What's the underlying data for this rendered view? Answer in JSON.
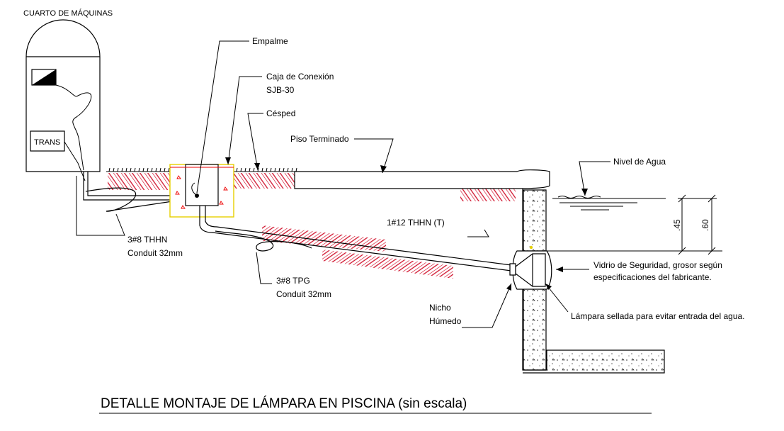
{
  "drawing": {
    "title": "DETALLE MONTAJE DE LÁMPARA EN PISCINA",
    "title_suffix": "(sin escala)",
    "labels": {
      "machine_room": "CUARTO DE MÁQUINAS",
      "trans": "TRANS",
      "splice": "Empalme",
      "junction_box": "Caja de Conexión",
      "junction_box_model": "SJB-30",
      "grass": "Césped",
      "finished_floor": "Piso Terminado",
      "water_level": "Nivel de Agua",
      "wire_thhn_1": "3#8 THHN",
      "conduit_1": "Conduit 32mm",
      "wire_ground": "1#12 THHN (T)",
      "wire_tpg": "3#8 TPG",
      "conduit_2": "Conduit 32mm",
      "safety_glass_1": "Vidrio de Seguridad, grosor según",
      "safety_glass_2": "especificaciones del fabricante.",
      "wet_niche_1": "Nicho",
      "wet_niche_2": "Húmedo",
      "sealed_lamp": "Lámpara sellada para evitar entrada del agua."
    },
    "dimensions": {
      "dim_45": ".45",
      "dim_60": ".60"
    },
    "colors": {
      "line": "#000000",
      "hatch": "#d0102a",
      "box_outline": "#e6d000"
    }
  }
}
